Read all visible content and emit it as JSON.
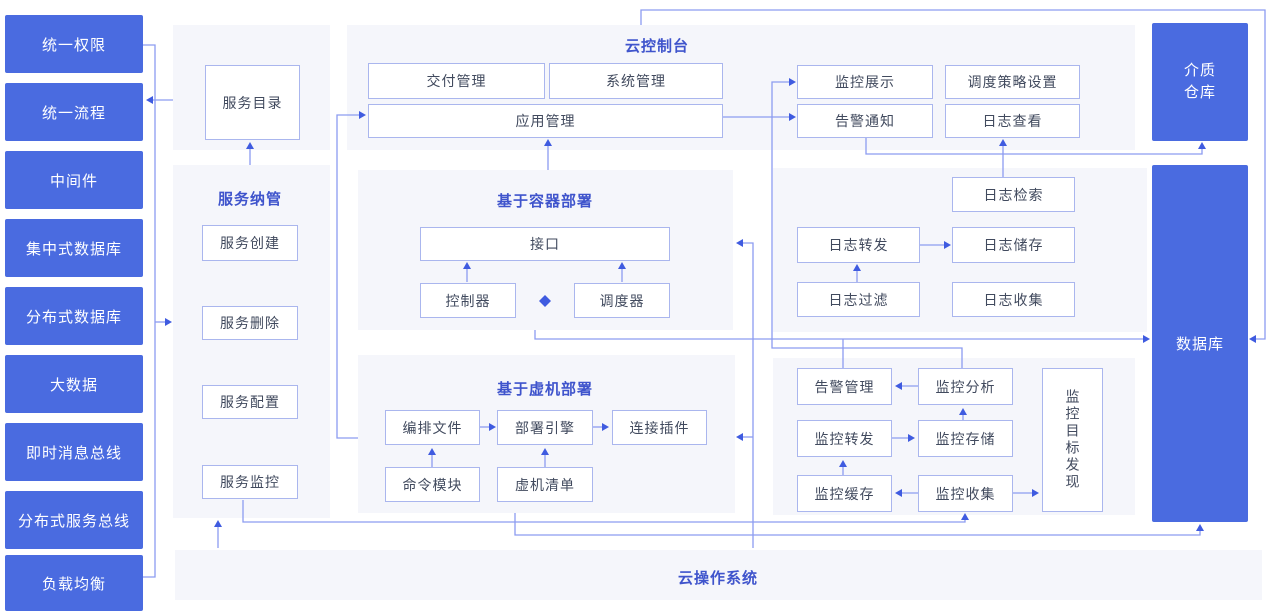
{
  "colors": {
    "solid_box": "#4a6be0",
    "title_text": "#3f54cc",
    "connector_line": "#8c9cf0",
    "arrowhead": "#3f5be0",
    "panel_bg": "#f5f6fb",
    "node_border": "#aab6ee",
    "node_text": "#414a5e"
  },
  "left_rail": {
    "items": [
      "统一权限",
      "统一流程",
      "中间件",
      "集中式数据库",
      "分布式数据库",
      "大数据",
      "即时消息总线",
      "分布式服务总线",
      "负载均衡"
    ]
  },
  "console": {
    "title": "云控制台",
    "delivery_mgmt": "交付管理",
    "system_mgmt": "系统管理",
    "app_mgmt": "应用管理",
    "monitor_display": "监控展示",
    "schedule_policy": "调度策略设置",
    "alarm_notify": "告警通知",
    "log_view": "日志查看"
  },
  "catalog": {
    "service_catalog": "服务目录"
  },
  "service_mgmt": {
    "title": "服务纳管",
    "create": "服务创建",
    "remove": "服务删除",
    "config": "服务配置",
    "monitor": "服务监控"
  },
  "container_deploy": {
    "title": "基于容器部署",
    "interface": "接口",
    "controller": "控制器",
    "scheduler": "调度器"
  },
  "vm_deploy": {
    "title": "基于虚机部署",
    "orchestration_file": "编排文件",
    "deploy_engine": "部署引擎",
    "connect_plugin": "连接插件",
    "command_module": "命令模块",
    "vm_inventory": "虚机清单"
  },
  "logging": {
    "search": "日志检索",
    "forward": "日志转发",
    "store": "日志储存",
    "filter": "日志过滤",
    "collect": "日志收集"
  },
  "monitoring": {
    "alarm_mgmt": "告警管理",
    "analysis": "监控分析",
    "forward": "监控转发",
    "storage": "监控存储",
    "cache": "监控缓存",
    "collect": "监控收集",
    "target_discovery": "监控目标发现"
  },
  "right_rail": {
    "media_repo": "介质仓库",
    "database": "数据库"
  },
  "os_bar": {
    "title": "云操作系统"
  }
}
